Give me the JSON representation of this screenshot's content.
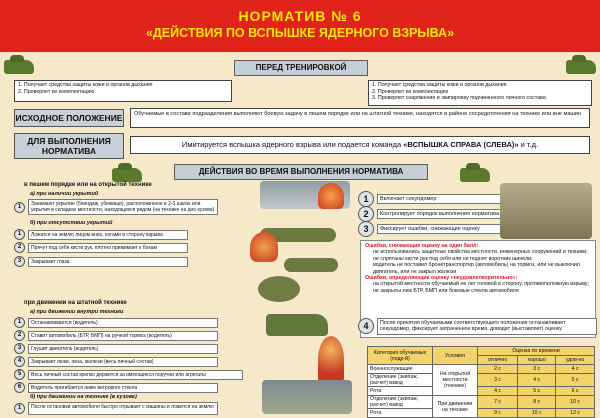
{
  "header": {
    "title": "НОРМАТИВ № 6",
    "subtitle": "«ДЕЙСТВИЯ ПО ВСПЫШКЕ ЯДЕРНОГО ВЗРЫВА»"
  },
  "before_training": {
    "title": "ПЕРЕД ТРЕНИРОВКОЙ",
    "left_items": [
      "1. Получает средства защиты кожи и органов дыхания",
      "2. Проверяет их комплектацию"
    ],
    "right_items": [
      "1. Получает средства защиты кожи и органов дыхания",
      "2. Проверяет их комплектацию",
      "3. Проверяет снаряжение и экипировку подчиненного личного состава"
    ]
  },
  "initial_position": {
    "label": "ИСХОДНОЕ ПОЛОЖЕНИЕ",
    "text": "Обучаемые в составе подразделения выполняют боевую задачу в пешем порядке или на штатной технике, находятся в районе сосредоточения на технике или вне машин"
  },
  "execution": {
    "label": "ДЛЯ ВЫПОЛНЕНИЯ НОРМАТИВА",
    "text_pre": "Имитируется вспышка ядерного взрыва или подается команда ",
    "text_cmd": "«ВСПЫШКА СПРАВА (СЛЕВА)»",
    "text_post": " и т.д."
  },
  "during": {
    "title": "ДЕЙСТВИЯ ВО ВРЕМЯ ВЫПОЛНЕНИЯ НОРМАТИВА"
  },
  "foot": {
    "heading": "в пешем порядке или на открытой технике",
    "sub_a": "а) при наличии укрытий",
    "a1": "Занимают укрытие (блиндаж, убежище), расположенное в 2-3 шагах или укрытия в складках местности, находящихся рядом (на технике на дно кузова)",
    "sub_b": "б) при отсутствии укрытий",
    "b1": "Ложатся на землю лицом вниз, ногами в сторону взрыва",
    "b2": "Прячут под себя кисти рук, плотно прижимает к бокам",
    "b3": "Закрывает глаза"
  },
  "vehicle": {
    "heading": "при движении на штатной технике",
    "sub_a": "а) при движении внутри техники",
    "a1": "Останавливается (водитель)",
    "a2": "Ставит автомобиль (БТР, БМП) на ручной тормоз (водитель)",
    "a3": "Глушит двигатель (водитель)",
    "a4": "Закрывает люки, окна, жалюзи (весь личный состав)",
    "a5": "Весь личный состав крепко держится за имеющиеся поручни или агрегаты",
    "a6": "Водитель пригибается ниже ветрового стекла",
    "sub_b": "б) при движении на технике (в кузове)",
    "b1": "После остановки автомобиля быстро отрывает с машины и ложится на землю"
  },
  "right_steps": {
    "s1": "Включает секундомер",
    "s2": "Контролирует порядок выполнения норматива",
    "s3": "Фиксирует ошибки, снижающие оценку",
    "s4": "После принятия обучаемыми соответствующего положения останавливает секундомер, фиксирует затраченное время, доводит (выставляет) оценку"
  },
  "errors": {
    "title1": "Ошибки, снижающие оценку на один балл:",
    "e1": "не использовались защитные свойства местности, инженерных сооружений и техники;",
    "e2": "не спрятаны кисти рук под себя или не поднят воротник шинели;",
    "e3": "водитель не поставил бронетранспортер (автомобиль) на тормоз, или не выключил двигатель, или не закрыл жалюзи",
    "title2": "Ошибки, определяющие оценку «неудовлетворительно»:",
    "e4": "на открытой местности обучаемый не лег головой в сторону, противоположную взрыву;",
    "e5": "не закрыты люк БТР, БМП или боковые стекла автомобиля"
  },
  "score_table": {
    "h_cat": "Категория обучаемых (подр-й)",
    "h_cond": "Условия",
    "h_grade": "Оценка по времени",
    "g1": "отлично",
    "g2": "хорошо",
    "g3": "удов-но",
    "cond1": "На открытой местности (технике)",
    "cond2": "При движении на технике",
    "rows": [
      {
        "cat": "Военнослужащие",
        "v1": "2 с",
        "v2": "3 с",
        "v3": "4 с"
      },
      {
        "cat": "Отделение (экипаж, расчет) взвод",
        "v1": "3 с",
        "v2": "4 с",
        "v3": "5 с"
      },
      {
        "cat": "Рота",
        "v1": "4 с",
        "v2": "5 с",
        "v3": "6 с"
      },
      {
        "cat": "Отделение (экипаж, расчет) взвод",
        "v1": "7 с",
        "v2": "8 с",
        "v3": "10 с"
      },
      {
        "cat": "Рота",
        "v1": "9 с",
        "v2": "10 с",
        "v3": "12 с"
      }
    ]
  }
}
